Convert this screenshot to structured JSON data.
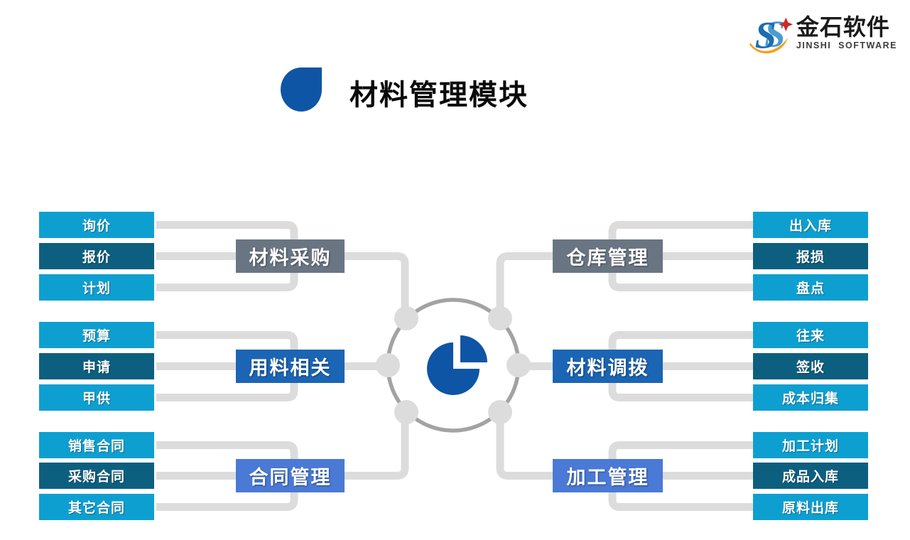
{
  "title": {
    "text": "材料管理模块"
  },
  "logo": {
    "name": "金石软件",
    "subtitle": "JINSHI SOFTWARE"
  },
  "colors": {
    "accent_blue": "#0f55a5",
    "title_color": "#0a0a0a",
    "item_light": "#0e9fd1",
    "item_dark": "#0d5f80",
    "group_gray": "#6a7583",
    "group_blue": "#1b65b4",
    "group_royal": "#4a79d6",
    "line_gray": "#dcdcdc",
    "ring_gray": "#a3a3a3",
    "logo_text": "#1a1a1a",
    "logo_sub": "#3c3c3c",
    "logo_blue": "#1f6cb0",
    "logo_blue_light": "#4a9bd4",
    "logo_orange": "#f6a01e",
    "logo_red": "#cf2a27"
  },
  "diagram": {
    "center_icon": "pie-chart",
    "groups": [
      {
        "id": "material-procurement",
        "side": "left",
        "row": 0,
        "style": "gray",
        "label": "材料采购",
        "items": [
          {
            "label": "询价",
            "variant": "light"
          },
          {
            "label": "报价",
            "variant": "dark"
          },
          {
            "label": "计划",
            "variant": "light"
          }
        ]
      },
      {
        "id": "material-usage",
        "side": "left",
        "row": 1,
        "style": "blue",
        "label": "用料相关",
        "items": [
          {
            "label": "预算",
            "variant": "light"
          },
          {
            "label": "申请",
            "variant": "dark"
          },
          {
            "label": "甲供",
            "variant": "light"
          }
        ]
      },
      {
        "id": "contract-management",
        "side": "left",
        "row": 2,
        "style": "royal",
        "label": "合同管理",
        "items": [
          {
            "label": "销售合同",
            "variant": "light"
          },
          {
            "label": "采购合同",
            "variant": "dark"
          },
          {
            "label": "其它合同",
            "variant": "light"
          }
        ]
      },
      {
        "id": "warehouse-management",
        "side": "right",
        "row": 0,
        "style": "gray",
        "label": "仓库管理",
        "items": [
          {
            "label": "出入库",
            "variant": "light"
          },
          {
            "label": "报损",
            "variant": "dark"
          },
          {
            "label": "盘点",
            "variant": "light"
          }
        ]
      },
      {
        "id": "material-transfer",
        "side": "right",
        "row": 1,
        "style": "blue",
        "label": "材料调拨",
        "items": [
          {
            "label": "往来",
            "variant": "light"
          },
          {
            "label": "签收",
            "variant": "dark"
          },
          {
            "label": "成本归集",
            "variant": "light"
          }
        ]
      },
      {
        "id": "processing-management",
        "side": "right",
        "row": 2,
        "style": "royal",
        "label": "加工管理",
        "items": [
          {
            "label": "加工计划",
            "variant": "light"
          },
          {
            "label": "成品入库",
            "variant": "dark"
          },
          {
            "label": "原料出库",
            "variant": "light"
          }
        ]
      }
    ]
  }
}
